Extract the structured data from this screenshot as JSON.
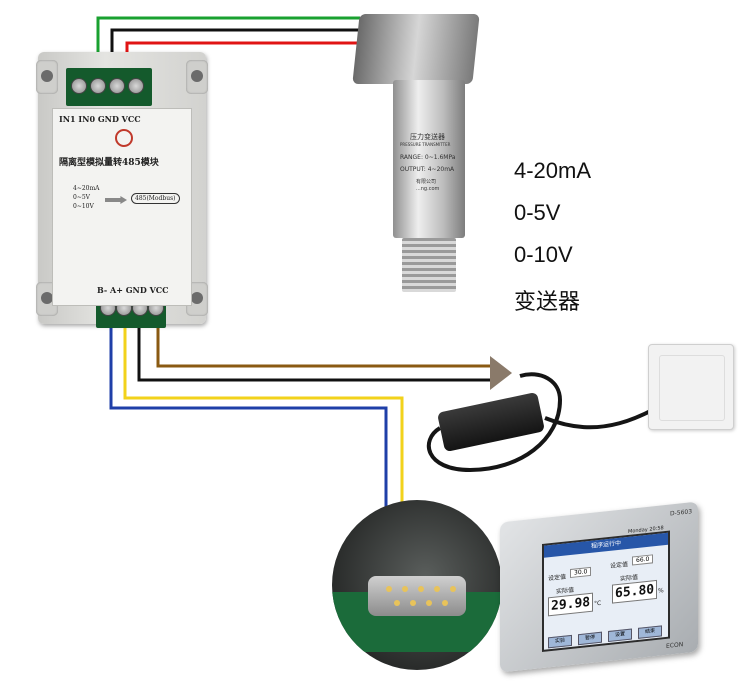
{
  "module": {
    "top_terminals": "IN1 IN0 GND VCC",
    "title": "隔离型模拟量转485模块",
    "options": [
      "4~20mA",
      "0~5V",
      "0~10V"
    ],
    "output": "485(Modbus)",
    "bottom_terminals": "B-  A+  GND VCC"
  },
  "transmitter": {
    "name": "压力变送器",
    "name_en": "PRESSURE TRANSMITTER",
    "range": "RANGE: 0~1.6MPa",
    "output": "OUTPUT: 4~20mA",
    "maker": "有限公司",
    "web": "...ng.com"
  },
  "signal_labels": [
    "4-20mA",
    "0-5V",
    "0-10V",
    "变送器"
  ],
  "hmi": {
    "model": "D-5603",
    "date": "Monday 20:58",
    "title": "程序运行中",
    "left_label": "实际值",
    "right_label": "实际值",
    "left_set_label": "设定值",
    "right_set_label": "设定值",
    "left_set": "30.0",
    "right_set": "66.0",
    "left_value": "29.98",
    "right_value": "65.80",
    "left_unit": "°C",
    "right_unit": "%",
    "buttons": [
      "实验",
      "暂停",
      "设置",
      "结束"
    ],
    "brand": "ECON"
  },
  "colors": {
    "wire_green": "#1aa130",
    "wire_black": "#111111",
    "wire_red": "#e01414",
    "wire_brown": "#8a5a12",
    "wire_yellow": "#f2d21b",
    "wire_blue": "#1f3fa8",
    "terminal": "#145a2c"
  }
}
